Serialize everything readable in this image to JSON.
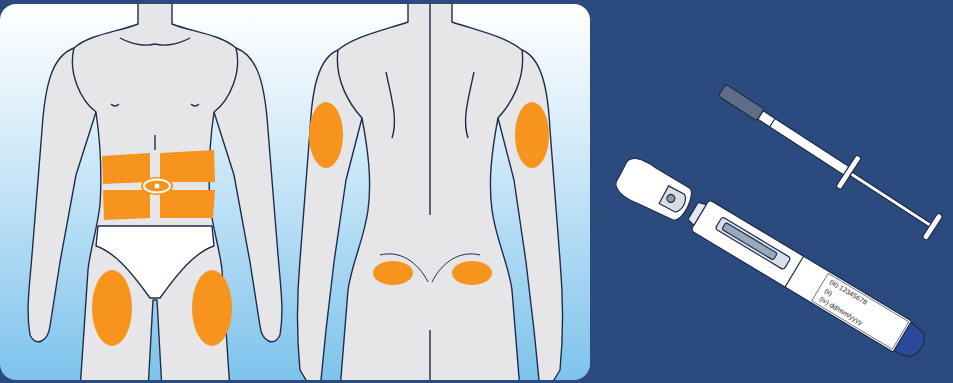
{
  "diagram": {
    "labels": [
      "(iii) 12345678",
      "(ii)",
      "(iv) dd/mm/yyyy"
    ]
  }
}
